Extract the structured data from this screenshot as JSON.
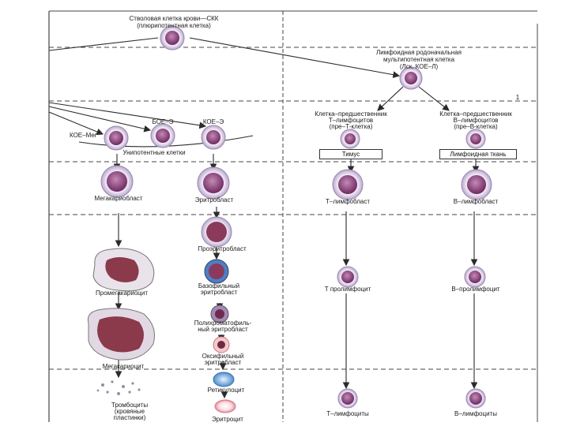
{
  "stem_cell": {
    "line1": "Стволовая клетка крови—СКК",
    "line2": "(плюрипотентная  клетка)"
  },
  "lymphoid_progenitor": {
    "line1": "Лимфоидная родоначальная",
    "line2": "мультипотентная клетка",
    "line3": "(Лск, КОЕ–Л)"
  },
  "t_precursor": {
    "line1": "Клетка–предшественник",
    "line2": "Т–лимфоцитов",
    "line3": "(пре–Т-клетка)"
  },
  "b_precursor": {
    "line1": "Клетка–предшественник",
    "line2": "В–лимфоцитов",
    "line3": "(пре–В-клетка)"
  },
  "thymus_box": "Тимус",
  "lymphoid_tissue_box": "Лимфоидная ткань",
  "unipotent": {
    "koe_meg": "КОЕ–Мег",
    "boe_e": "БОЕ–Э",
    "koe_e": "КОЕ–Э",
    "caption": "Унипотентные клетки"
  },
  "myeloid": {
    "megakaryoblast": "Мегакариобласт",
    "promegakaryocyte": "Промегакариоцит",
    "megakaryocyte": "Мегакариоцит",
    "platelets": {
      "line1": "Тромбоциты",
      "line2": "(кровяные",
      "line3": "пластинки)"
    },
    "erythroblast": "Эритробласт",
    "proerythroblast": "Проэритробласт",
    "basophilic": {
      "line1": "Базофильный",
      "line2": "эритробласт"
    },
    "polychromatophilic": {
      "line1": "Полихроматофиль-",
      "line2": "ный  эритробласт"
    },
    "oxyphilic": {
      "line1": "Оксифильный",
      "line2": "эритробласт"
    },
    "reticulocyte": "Ретикулоцит",
    "erythrocyte": "Эритроцит"
  },
  "lymphoid": {
    "t_lymphoblast": "Т–лимфобласт",
    "b_lymphoblast": "В–лимфобласт",
    "t_prolymphocyte": "Т  пролимфоцит",
    "b_prolymphocyte": "В–пролимфоцит",
    "t_lymphocytes": "Т–лимфоциты",
    "b_lymphocytes": "В–лимфоциты"
  },
  "page_marker": "1",
  "colors": {
    "line": "#2b2b2b",
    "cell_membrane": "#c7b7d6",
    "cell_nucleus": "#7a2a6a",
    "megakaryocyte": "#8a3a4a",
    "reticulocyte": "#5f9fd6",
    "erythrocyte": "#e8a0a8"
  }
}
